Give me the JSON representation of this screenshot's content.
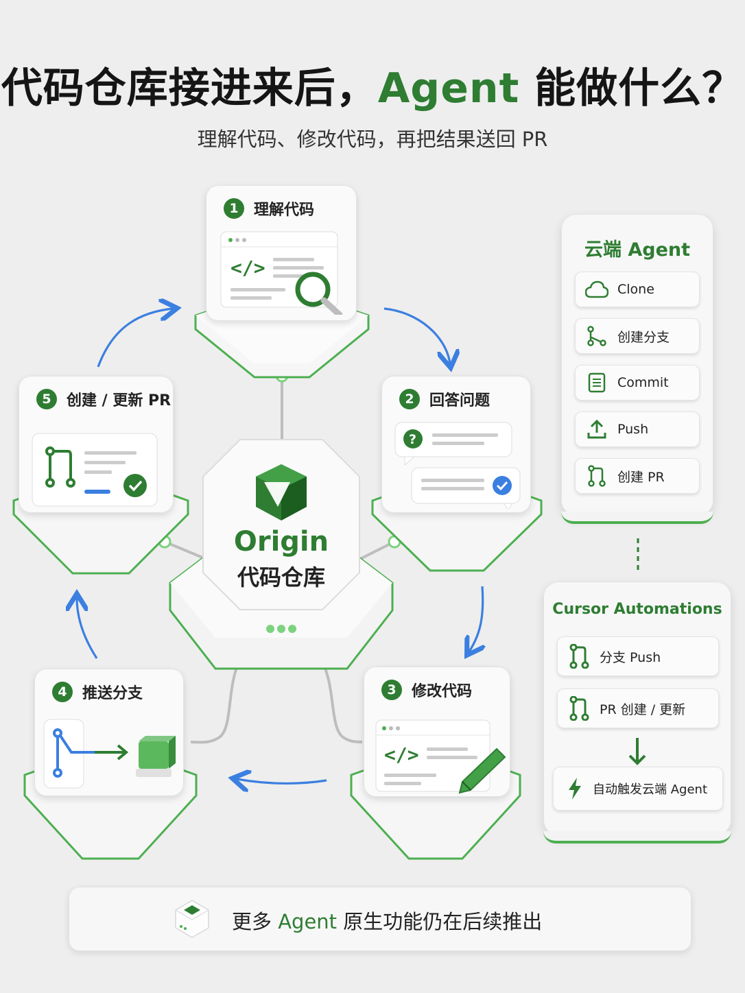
{
  "title": {
    "prefix": "代码仓库接进来后，",
    "highlight": "Agent",
    "suffix": " 能做什么？"
  },
  "subtitle": "理解代码、修改代码，再把结果送回 PR",
  "center": {
    "name": "Origin",
    "label": "代码仓库"
  },
  "steps": [
    {
      "num": "1",
      "label": "理解代码"
    },
    {
      "num": "2",
      "label": "回答问题"
    },
    {
      "num": "3",
      "label": "修改代码"
    },
    {
      "num": "4",
      "label": "推送分支"
    },
    {
      "num": "5",
      "label": "创建 / 更新 PR"
    }
  ],
  "cloud_agent": {
    "title": "云端 Agent",
    "items": [
      {
        "label": "Clone",
        "icon": "cloud-icon"
      },
      {
        "label": "创建分支",
        "icon": "branch-icon"
      },
      {
        "label": "Commit",
        "icon": "document-icon"
      },
      {
        "label": "Push",
        "icon": "upload-icon"
      },
      {
        "label": "创建 PR",
        "icon": "pull-request-icon"
      }
    ]
  },
  "automations": {
    "title": "Cursor Automations",
    "items": [
      {
        "label": "分支 Push",
        "icon": "pull-request-icon"
      },
      {
        "label": "PR 创建 / 更新",
        "icon": "pull-request-icon"
      }
    ],
    "trigger": {
      "label": "自动触发云端 Agent",
      "icon": "lightning-icon"
    }
  },
  "banner": {
    "prefix": "更多 ",
    "highlight": "Agent",
    "suffix": " 原生功能仍在后续推出"
  },
  "colors": {
    "green": "#2e7d32",
    "blue": "#3b7fe0",
    "bg": "#eeeeee"
  }
}
